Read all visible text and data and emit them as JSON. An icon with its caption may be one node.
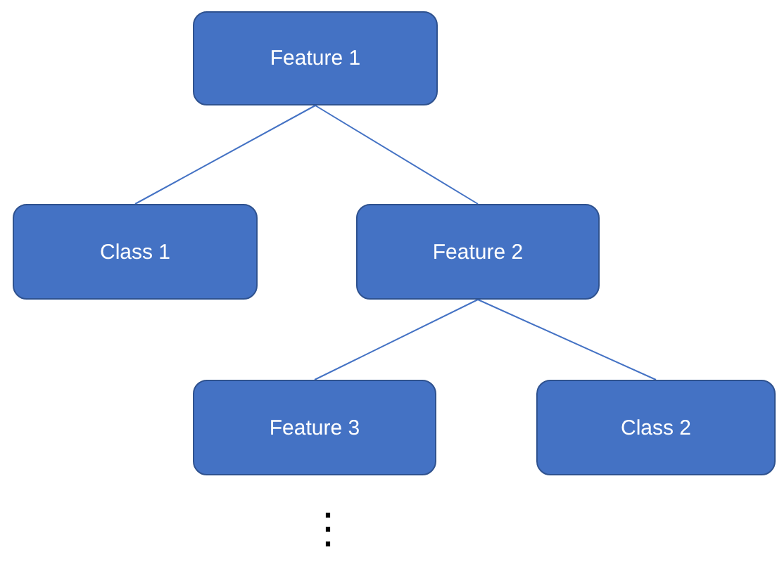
{
  "diagram": {
    "nodes": [
      {
        "text": [
          "Feature 1"
        ]
      },
      {
        "text": [
          "Class 1"
        ]
      },
      {
        "text": [
          "Feature 2"
        ]
      },
      {
        "text": [
          "Feature 3"
        ]
      },
      {
        "text": [
          "Class 2"
        ]
      }
    ],
    "edges": [
      {
        "from": 0,
        "to": 1,
        "arrow": "none"
      },
      {
        "from": 0,
        "to": 2,
        "arrow": "none"
      },
      {
        "from": 2,
        "to": 3,
        "arrow": "none"
      },
      {
        "from": 2,
        "to": 4,
        "arrow": "none"
      }
    ],
    "labels": [
      "⋮"
    ]
  }
}
